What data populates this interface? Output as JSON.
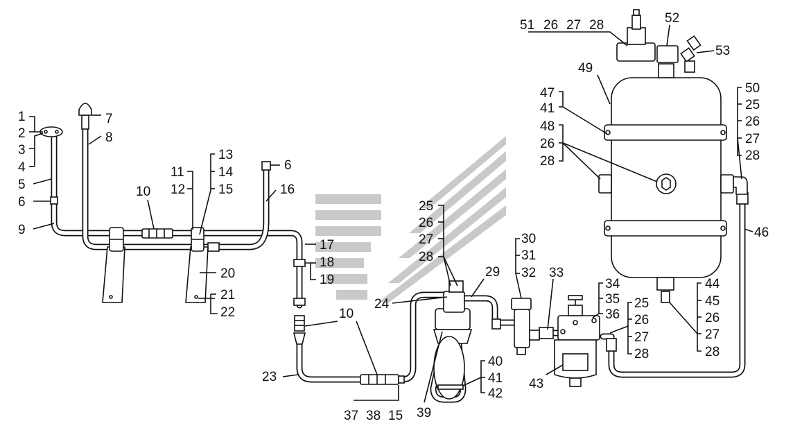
{
  "diagram": {
    "labels": {
      "l1": "1",
      "l2": "2",
      "l3": "3",
      "l4": "4",
      "l5": "5",
      "l6a": "6",
      "l9": "9",
      "l7": "7",
      "l8": "8",
      "l10a": "10",
      "l11": "11",
      "l12": "12",
      "l13": "13",
      "l14": "14",
      "l15a": "15",
      "l6b": "6",
      "l16": "16",
      "l17": "17",
      "l18": "18",
      "l19": "19",
      "l20": "20",
      "l21": "21",
      "l22": "22",
      "l10b": "10",
      "l23": "23",
      "l24": "24",
      "l25a": "25",
      "l26a": "26",
      "l27a": "27",
      "l28a": "28",
      "l29": "29",
      "l30": "30",
      "l31": "31",
      "l32": "32",
      "l33": "33",
      "l34": "34",
      "l35": "35",
      "l36": "36",
      "l25b": "25",
      "l26b": "26",
      "l27b": "27",
      "l28b": "28",
      "l37": "37",
      "l38": "38",
      "l15b": "15",
      "l39": "39",
      "l40": "40",
      "l41a": "41",
      "l42": "42",
      "l43": "43",
      "l44": "44",
      "l45": "45",
      "l26c": "26",
      "l27c": "27",
      "l28c": "28",
      "l46": "46",
      "l47": "47",
      "l41b": "41",
      "l48": "48",
      "l26d": "26",
      "l28d": "28",
      "l49": "49",
      "l50": "50",
      "l25c": "25",
      "l26e": "26",
      "l27e": "27",
      "l28e": "28",
      "l51": "51",
      "l26f": "26",
      "l27f": "27",
      "l28f": "28",
      "l52": "52",
      "l53": "53"
    }
  }
}
